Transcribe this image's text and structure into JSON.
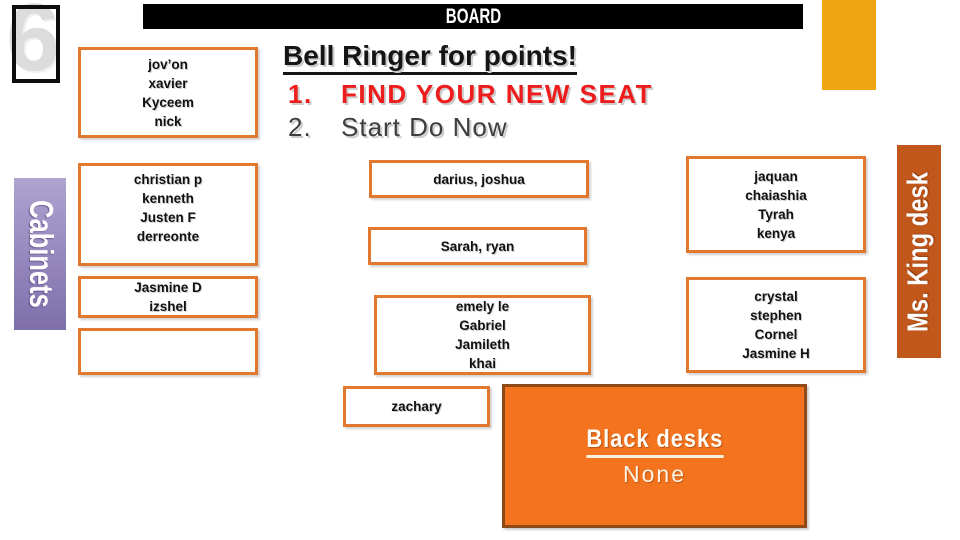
{
  "header": {
    "board_label": "BOARD",
    "page_number": "6"
  },
  "title_block": {
    "title": "Bell Ringer for points!",
    "steps": [
      {
        "num": "1.",
        "text": "FIND YOUR NEW SEAT"
      },
      {
        "num": "2.",
        "text": "Start Do Now"
      }
    ]
  },
  "labels": {
    "cabinets": "Cabinets",
    "teacher_desk": "Ms. King desk"
  },
  "seats": [
    {
      "id": "jovon",
      "text": "jov’on\nxavier\nKyceem\nnick"
    },
    {
      "id": "christian",
      "text": "christian p\nkenneth\nJusten F\nderreonte"
    },
    {
      "id": "jasmine",
      "text": "Jasmine D\nizshel"
    },
    {
      "id": "empty",
      "text": ""
    },
    {
      "id": "darius",
      "text": "darius, joshua"
    },
    {
      "id": "sarah",
      "text": "Sarah, ryan"
    },
    {
      "id": "emely",
      "text": "emely le\nGabriel\nJamileth\nkhai"
    },
    {
      "id": "zachary",
      "text": "zachary"
    },
    {
      "id": "jaquan",
      "text": "jaquan\nchaiashia\nTyrah\nkenya"
    },
    {
      "id": "crystal",
      "text": "crystal\nstephen\nCornel\nJasmine H"
    }
  ],
  "black_desks": {
    "title": "Black desks",
    "value": "None"
  },
  "colors": {
    "seat_border": "#E0792F",
    "black_bar": "#000000",
    "gold_accent": "#EFA512",
    "desk_bar": "#C2571B",
    "black_desks_fill": "#F3731E",
    "black_desks_border": "#8F4A17",
    "cabinet_top": "#AFA3D0",
    "cabinet_bottom": "#7E6FAB",
    "step1_color": "#EE1C1C",
    "step2_color": "#3E3E3E"
  }
}
